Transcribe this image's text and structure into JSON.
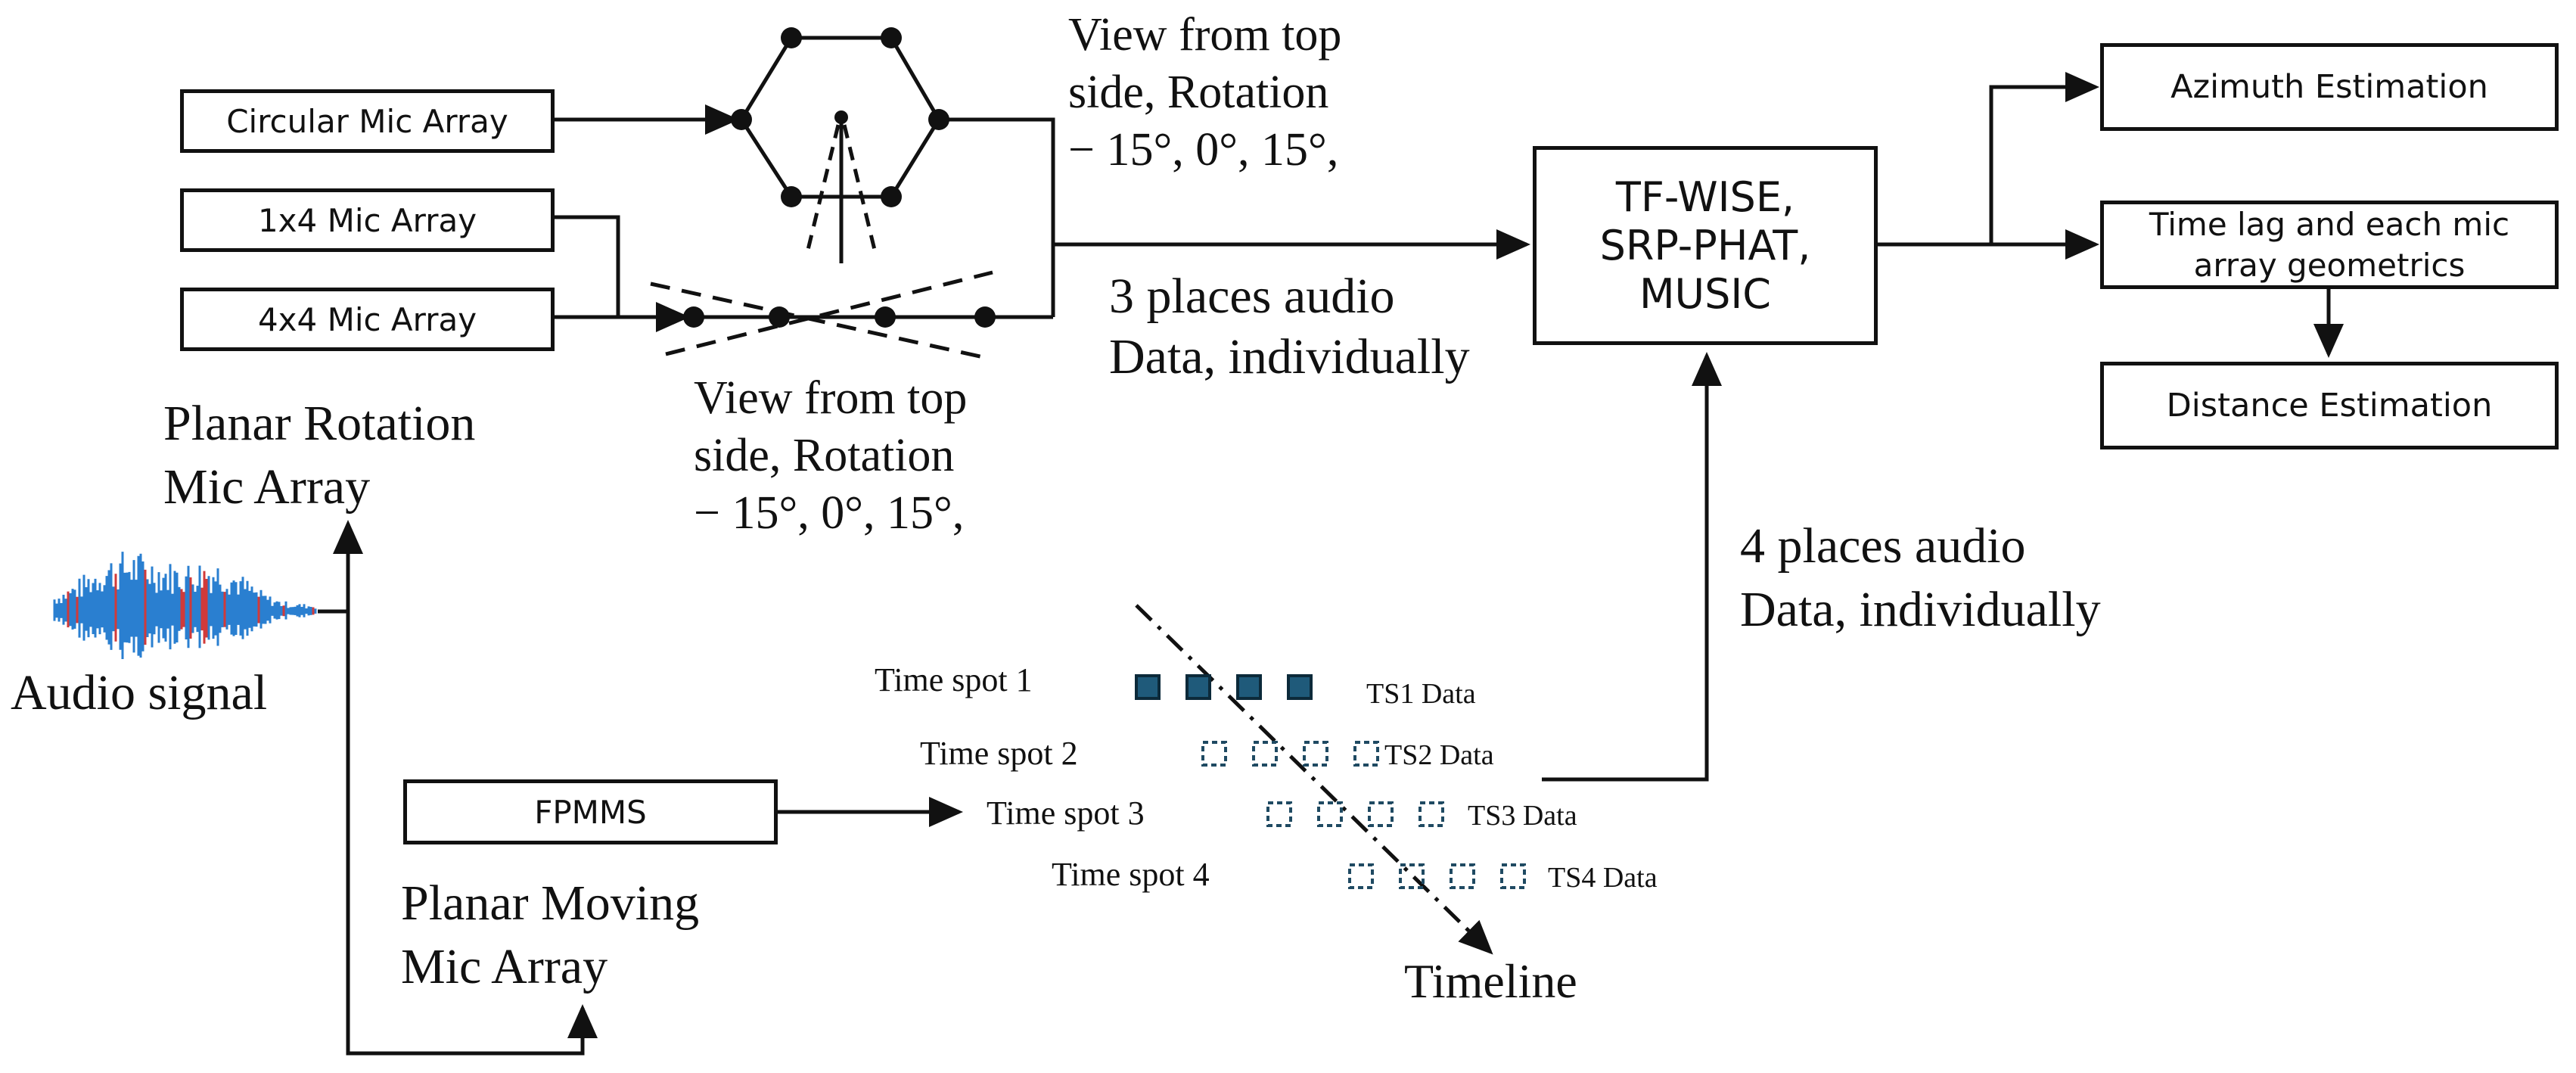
{
  "inputs": {
    "circular": "Circular Mic Array",
    "array_1x4": "1x4 Mic Array",
    "array_4x4": "4x4 Mic Array",
    "fpmms": "FPMMS"
  },
  "labels": {
    "planar_rotation": "Planar Rotation\nMic Array",
    "planar_moving": "Planar Moving\nMic Array",
    "audio_signal": "Audio signal",
    "view_top_1": "View from top\nside, Rotation\n− 15°, 0°, 15°,",
    "view_top_2": "View from top\nside, Rotation\n− 15°, 0°, 15°,",
    "three_places": "3 places audio\nData, individually",
    "four_places": "4 places audio\nData, individually",
    "timeline": "Timeline"
  },
  "processing": {
    "algorithms": "TF-WISE,\nSRP-PHAT,\nMUSIC"
  },
  "outputs": {
    "azimuth": "Azimuth Estimation",
    "time_lag": "Time lag and each mic\narray geometrics",
    "distance": "Distance Estimation"
  },
  "time_spots": [
    {
      "label": "Time spot 1",
      "data_label": "TS1 Data"
    },
    {
      "label": "Time spot 2",
      "data_label": "TS2 Data"
    },
    {
      "label": "Time spot 3",
      "data_label": "TS3 Data"
    },
    {
      "label": "Time spot 4",
      "data_label": "TS4 Data"
    }
  ],
  "colors": {
    "line": "#111111",
    "filled_square": "#1f5a7a",
    "waveform_blue": "#2a7fd0",
    "waveform_red": "#d03a3a"
  }
}
